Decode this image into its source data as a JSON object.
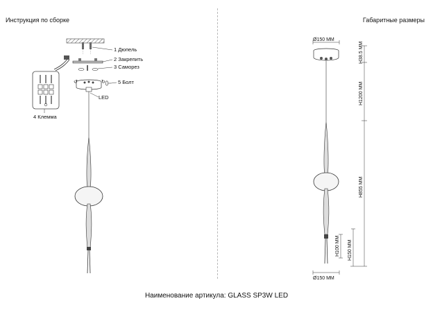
{
  "headings": {
    "assembly": "Инструкция по сборке",
    "dimensions": "Габаритные размеры"
  },
  "parts": {
    "dowel": "1 Дюпель",
    "bracket": "2 Закрепить",
    "screw": "3 Саморез",
    "terminal": "4 Клемма",
    "bolt": "5 Болт",
    "led": "LED"
  },
  "dimensions": {
    "top_diameter": "Ø150 ММ",
    "bottom_diameter": "Ø150 ММ",
    "canopy_height": "H38.5 MM",
    "cable_length": "H1200 MM",
    "body_height": "H855 MM",
    "tip_height": "H100 MM",
    "tail_height": "H150 MM"
  },
  "caption": "Наименование артикула: GLASS SP3W LED"
}
